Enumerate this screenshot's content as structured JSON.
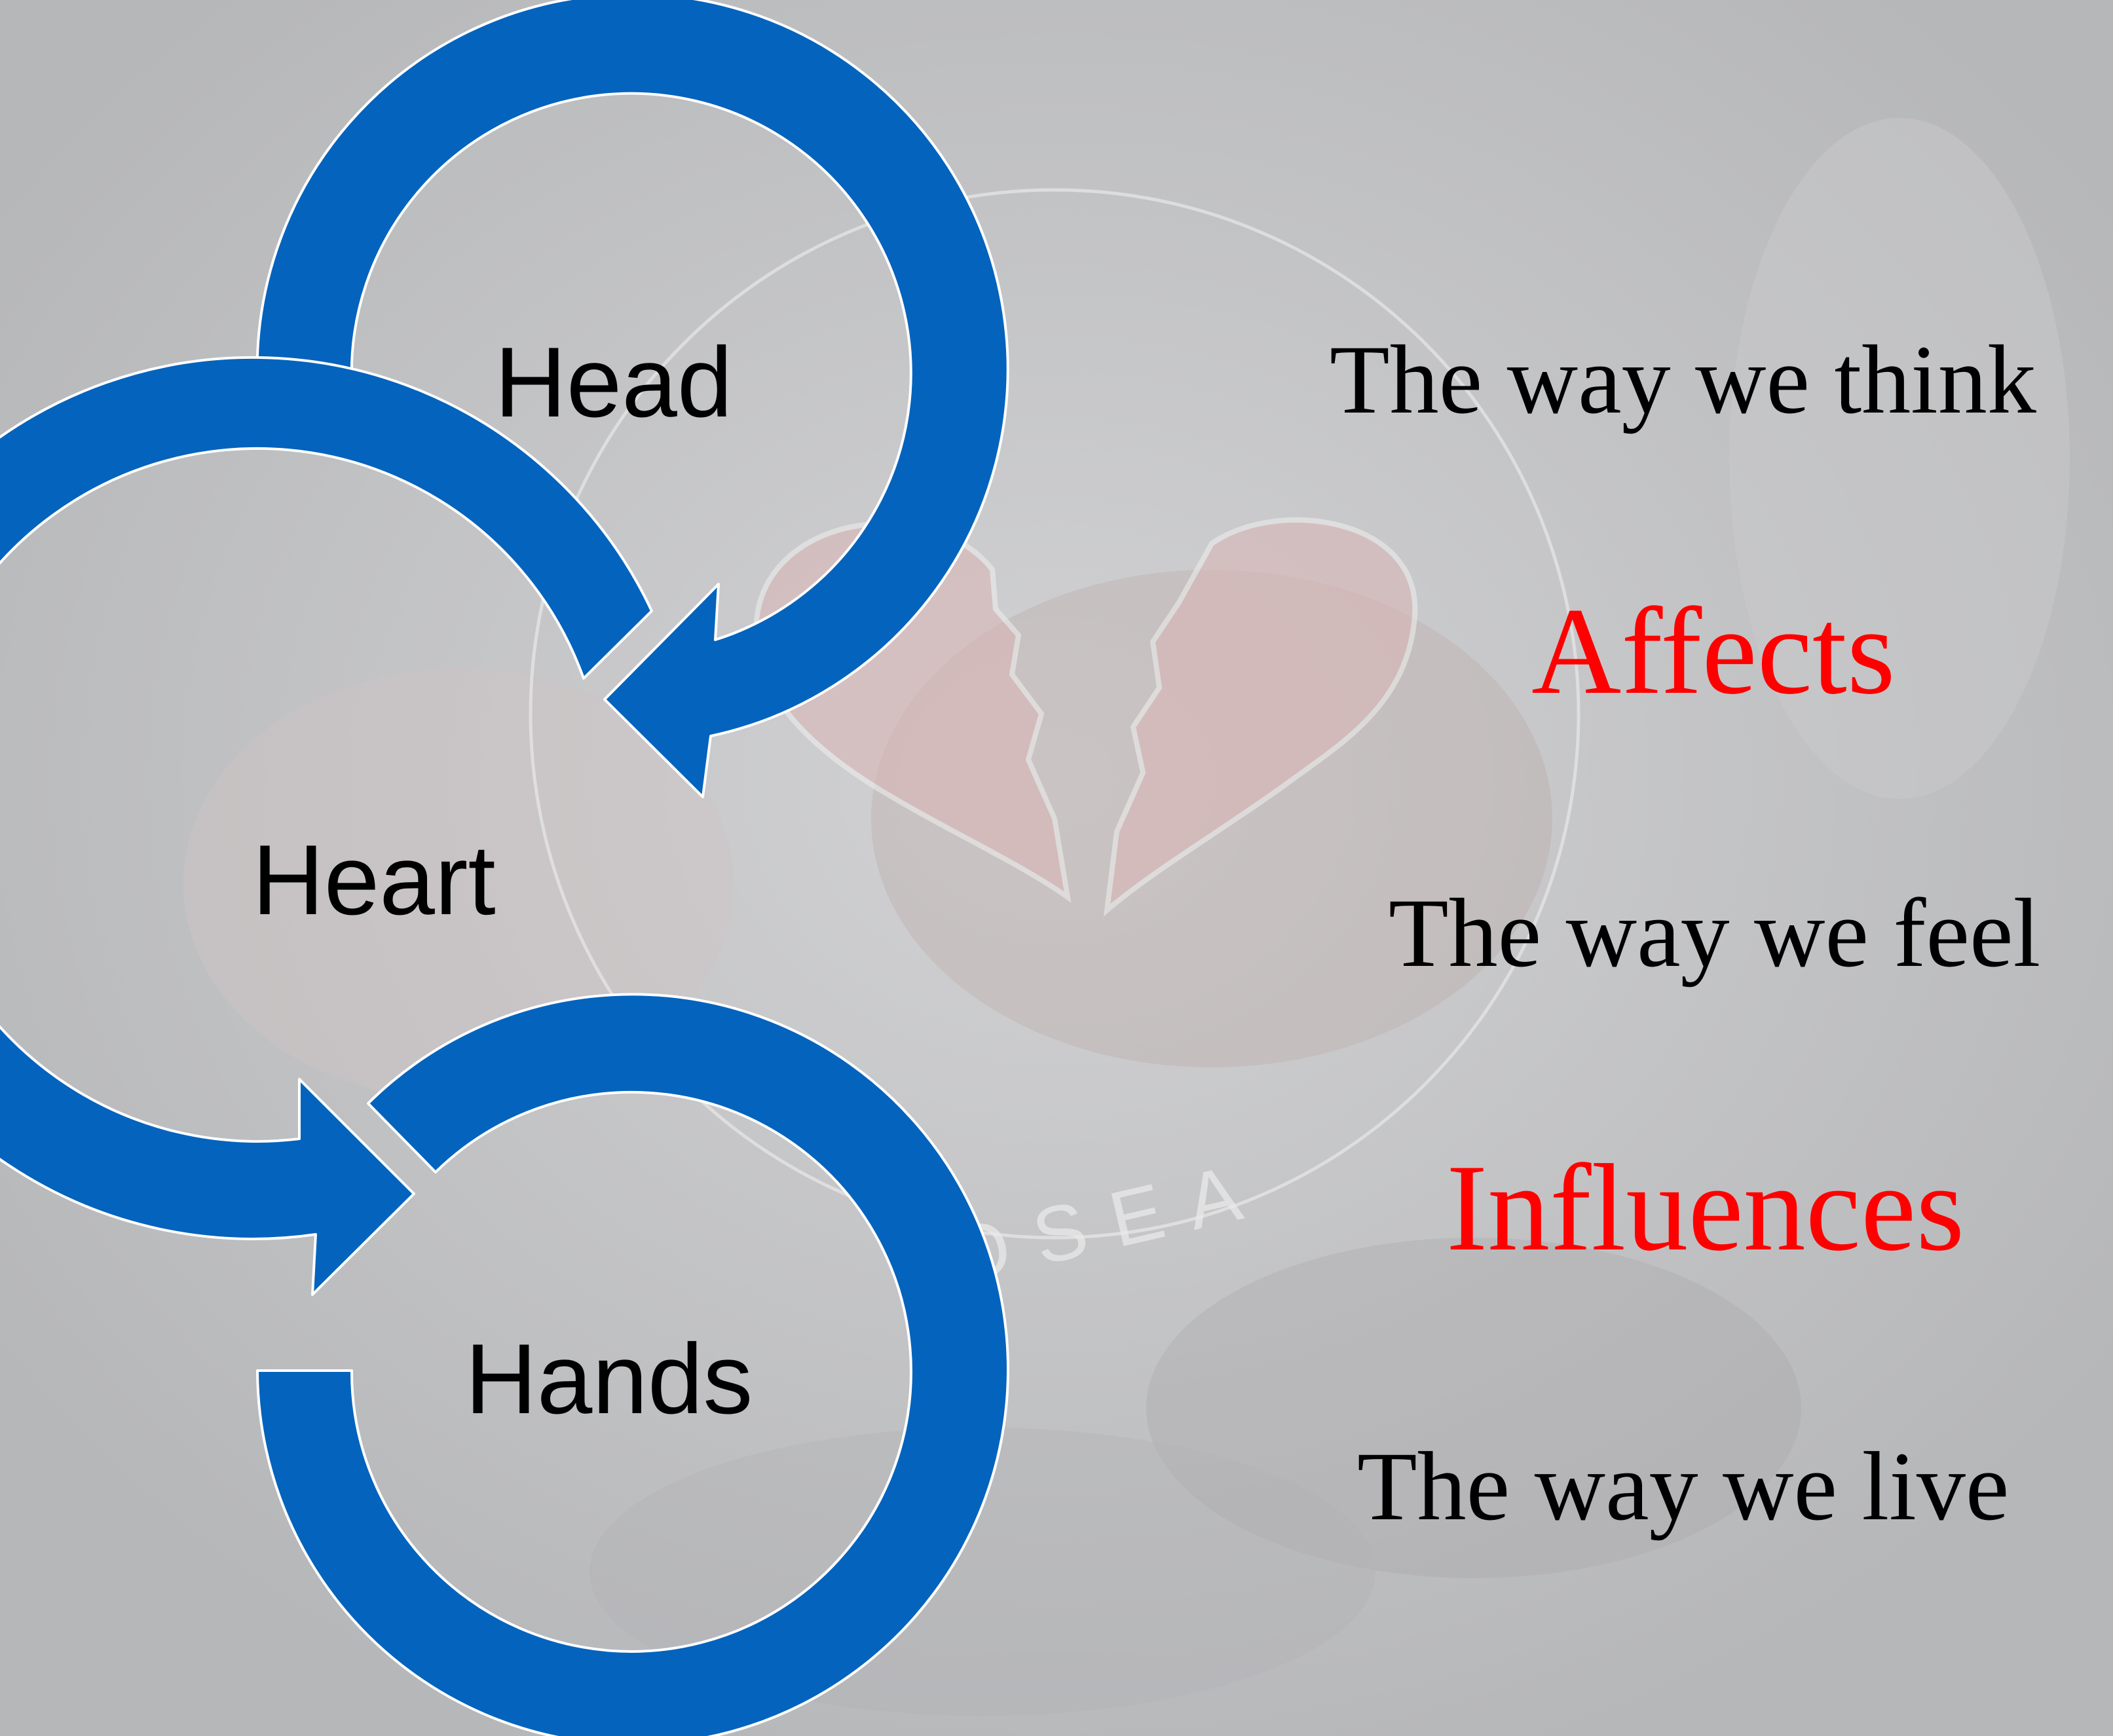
{
  "diagram": {
    "stages": [
      {
        "label": "Head"
      },
      {
        "label": "Heart"
      },
      {
        "label": "Hands"
      }
    ],
    "arrow_color": "#0463bd"
  },
  "statements": {
    "think": "The way we think",
    "affects": "Affects",
    "feel": "The way we feel",
    "influences": "Influences",
    "live": "The way we live"
  },
  "background": {
    "watermark_text": "OSEA",
    "watermark_icon": "broken-heart-icon"
  }
}
